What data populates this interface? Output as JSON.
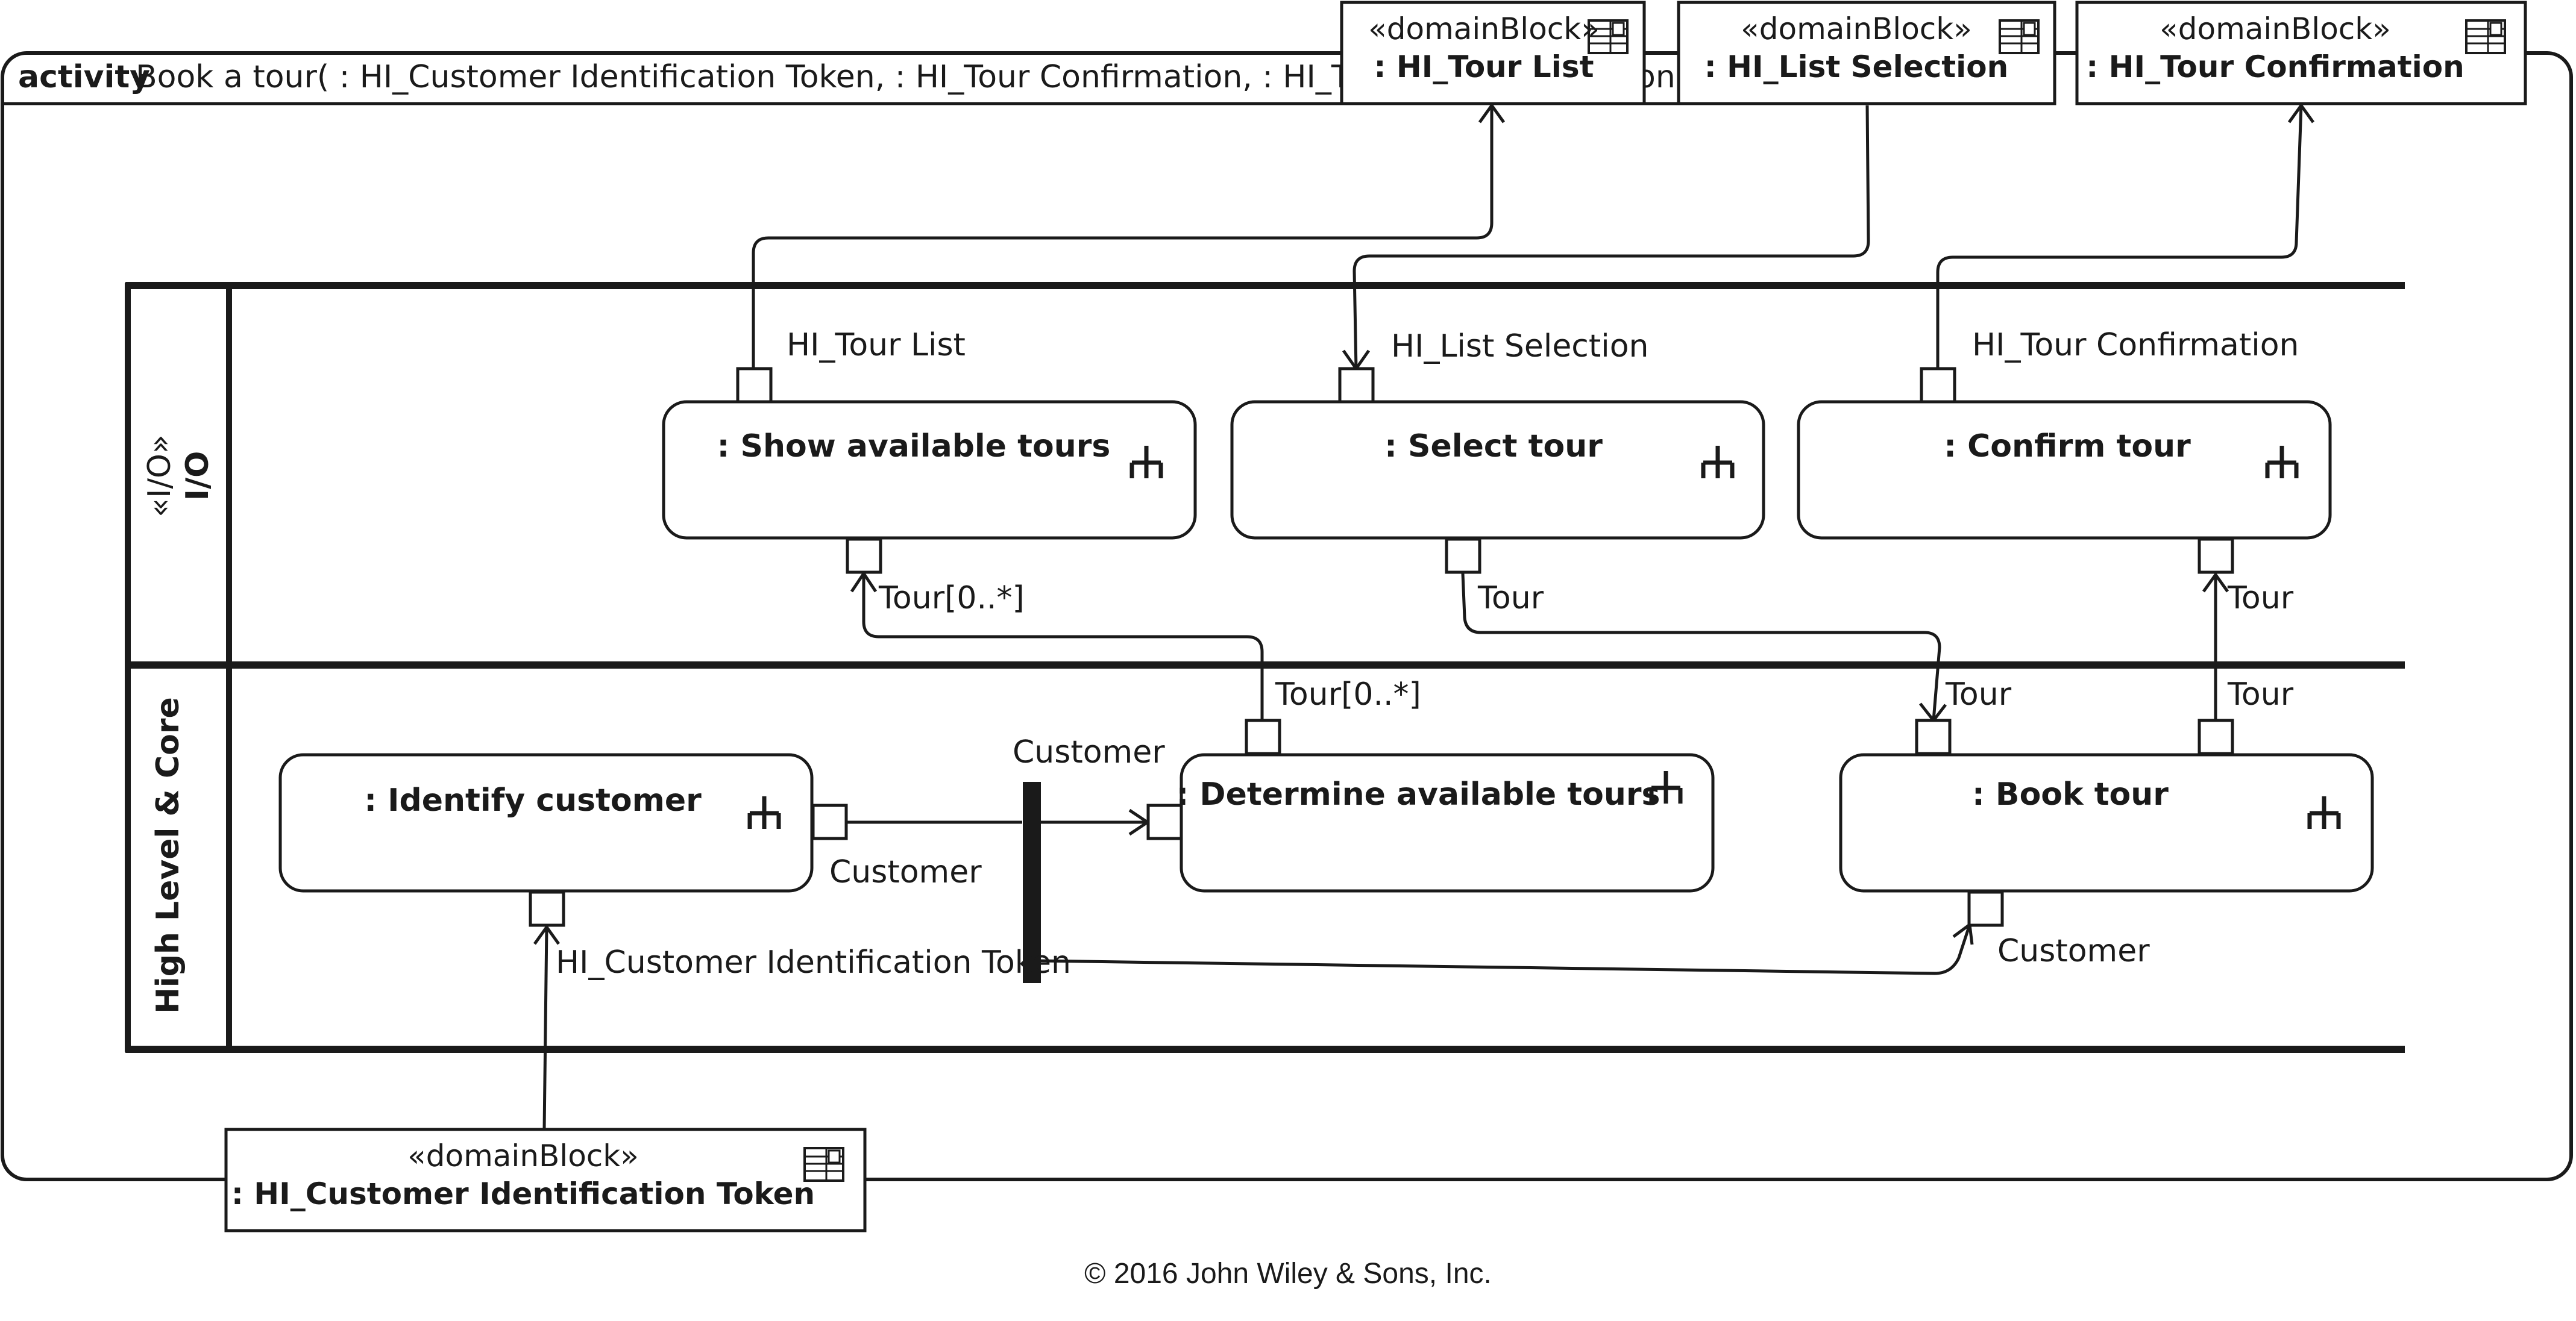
{
  "activity": {
    "keyword": "activity",
    "signature": "Book a tour( : HI_Customer Identification Token, : HI_Tour Confirmation, : HI_Tour List",
    "signature_tail": "on"
  },
  "domain_blocks": [
    {
      "stereotype": "«domainBlock»",
      "name": ": HI_Tour List"
    },
    {
      "stereotype": "«domainBlock»",
      "name": ": HI_List Selection"
    },
    {
      "stereotype": "«domainBlock»",
      "name": ": HI_Tour Confirmation"
    },
    {
      "stereotype": "«domainBlock»",
      "name": ": HI_Customer Identification Token"
    }
  ],
  "partitions": [
    {
      "stereotype": "«I/O»",
      "name": "I/O"
    },
    {
      "stereotype": "",
      "name": "High Level & Core"
    }
  ],
  "actions": [
    {
      "name": ": Show available tours"
    },
    {
      "name": ": Select tour"
    },
    {
      "name": ": Confirm tour"
    },
    {
      "name": ": Identify customer"
    },
    {
      "name": ": Determine available tours"
    },
    {
      "name": ": Book tour"
    }
  ],
  "pin_labels": {
    "show_in": "HI_Tour List",
    "show_out": "Tour[0..*]",
    "select_in": "HI_List Selection",
    "select_out": "Tour",
    "confirm_out": "HI_Tour Confirmation",
    "confirm_in": "Tour",
    "identify_out": "Customer",
    "identify_in": "HI_Customer Identification Token",
    "fork": "Customer",
    "determine_out": "Tour[0..*]",
    "book_in": "Tour",
    "book_out": "Tour",
    "book_customer": "Customer"
  },
  "copyright": "© 2016 John Wiley & Sons, Inc."
}
